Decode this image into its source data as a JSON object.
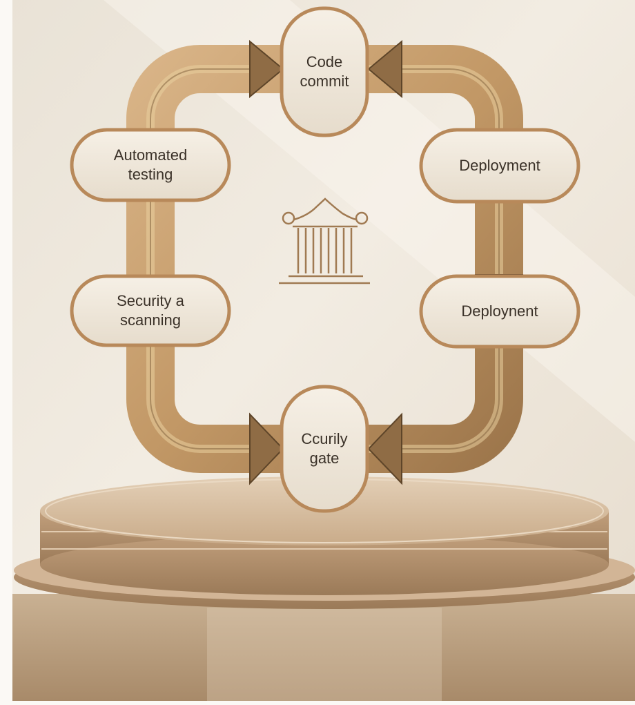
{
  "nodes": {
    "code_commit": "Code\ncommit",
    "deployment_top": "Deployment",
    "deployment_bottom": "Deploynent",
    "quality_gate": "Ccurily\ngate",
    "security_scanning": "Security a\nscanning",
    "automated_testing": "Automated\ntesting"
  },
  "center_icon": "pavilion-icon",
  "colors": {
    "background": "#ece5d9",
    "pipe": "#c9a273",
    "node_fill": "#f1e9dd",
    "node_border": "#b8895a",
    "platform": "#c8ab8b",
    "text": "#3a3128"
  }
}
